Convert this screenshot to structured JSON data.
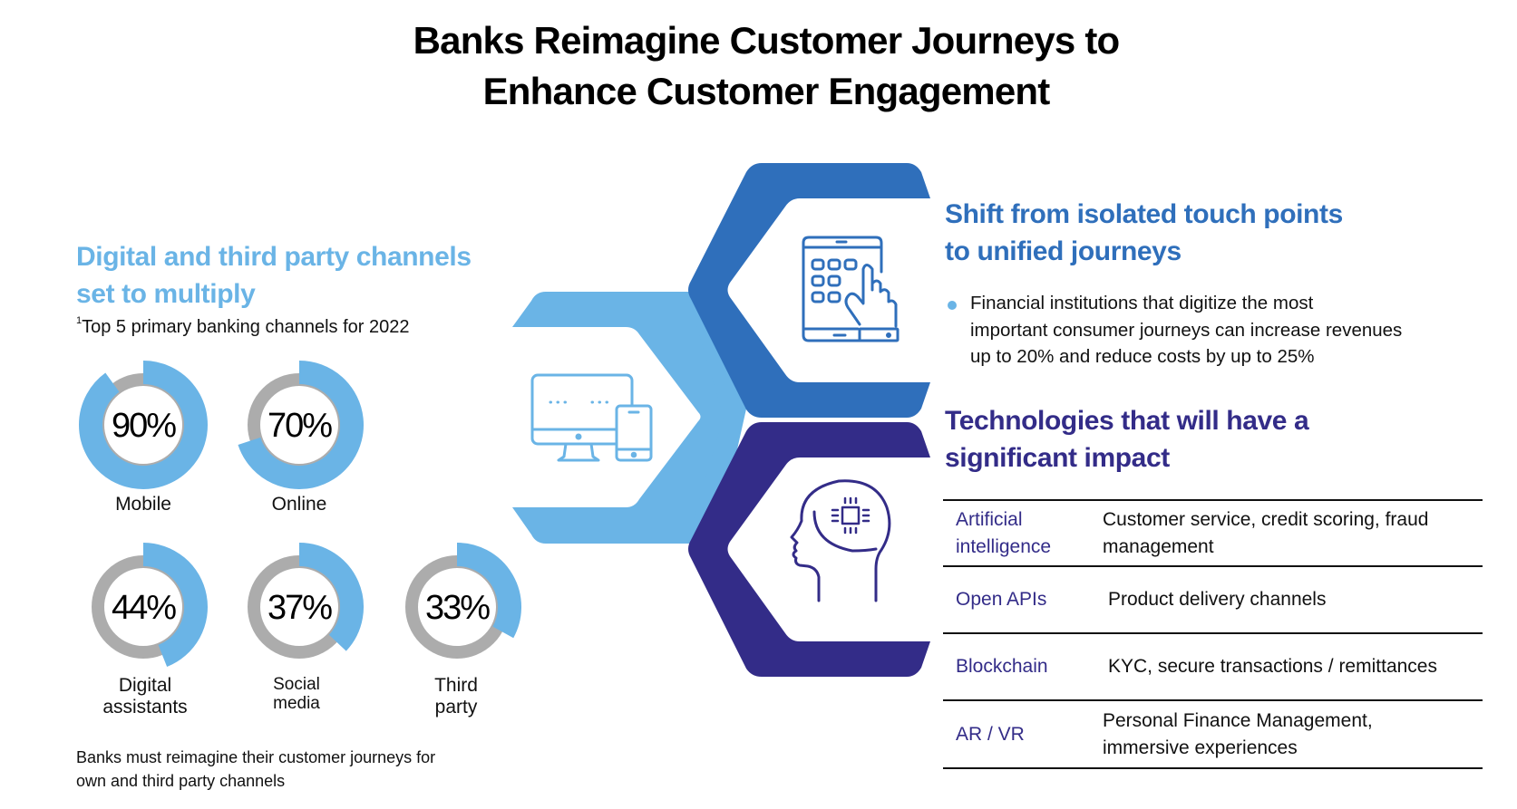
{
  "title": {
    "line1": "Banks Reimagine Customer Journeys to",
    "line2": "Enhance Customer Engagement"
  },
  "left": {
    "heading_line1": "Digital and third party channels",
    "heading_line2": "set to multiply",
    "subtitle_marker": "1",
    "subtitle": "Top 5 primary banking channels for 2022",
    "footer_line1": "Banks must reimagine their customer journeys for",
    "footer_line2": "own and third party channels"
  },
  "chart_data": {
    "type": "pie",
    "title": "Top 5 primary banking channels for 2022",
    "categories": [
      "Mobile",
      "Online",
      "Digital assistants",
      "Social media",
      "Third party"
    ],
    "values": [
      90,
      70,
      44,
      37,
      33
    ],
    "unit": "%",
    "labels": [
      {
        "value_label": "90%",
        "name_lines": [
          "Mobile"
        ]
      },
      {
        "value_label": "70%",
        "name_lines": [
          "Online"
        ]
      },
      {
        "value_label": "44%",
        "name_lines": [
          "Digital",
          "assistants"
        ]
      },
      {
        "value_label": "37%",
        "name_lines": [
          "Social",
          "media"
        ]
      },
      {
        "value_label": "33%",
        "name_lines": [
          "Third",
          "party"
        ]
      }
    ],
    "colors": {
      "filled": "#6ab4e6",
      "remainder": "#acacac"
    }
  },
  "right": {
    "section1": {
      "heading_line1": "Shift from isolated touch points",
      "heading_line2": "to unified journeys",
      "bullet_lines": [
        "Financial institutions that digitize the most",
        "important consumer journeys can increase revenues",
        "up to 20% and reduce costs by up to 25%"
      ]
    },
    "section2": {
      "heading_line1": "Technologies that will have a",
      "heading_line2": "significant impact",
      "rows": [
        {
          "tech_lines": [
            "Artificial",
            "intelligence"
          ],
          "impact_lines": [
            "Customer service, credit scoring, fraud",
            "management"
          ]
        },
        {
          "tech_lines": [
            "Open APIs"
          ],
          "impact_lines": [
            "Product delivery channels"
          ]
        },
        {
          "tech_lines": [
            "Blockchain"
          ],
          "impact_lines": [
            "KYC, secure transactions / remittances"
          ]
        },
        {
          "tech_lines": [
            "AR / VR"
          ],
          "impact_lines": [
            "Personal Finance Management,",
            "immersive experiences"
          ]
        }
      ]
    }
  },
  "icons": {
    "hex1": "devices-icon",
    "hex2": "tablet-touch-icon",
    "hex3": "ai-head-chip-icon"
  },
  "colors": {
    "light_blue": "#6ab4e6",
    "mid_blue": "#2f6fbb",
    "dark_indigo": "#332c88",
    "grey": "#acacac"
  }
}
